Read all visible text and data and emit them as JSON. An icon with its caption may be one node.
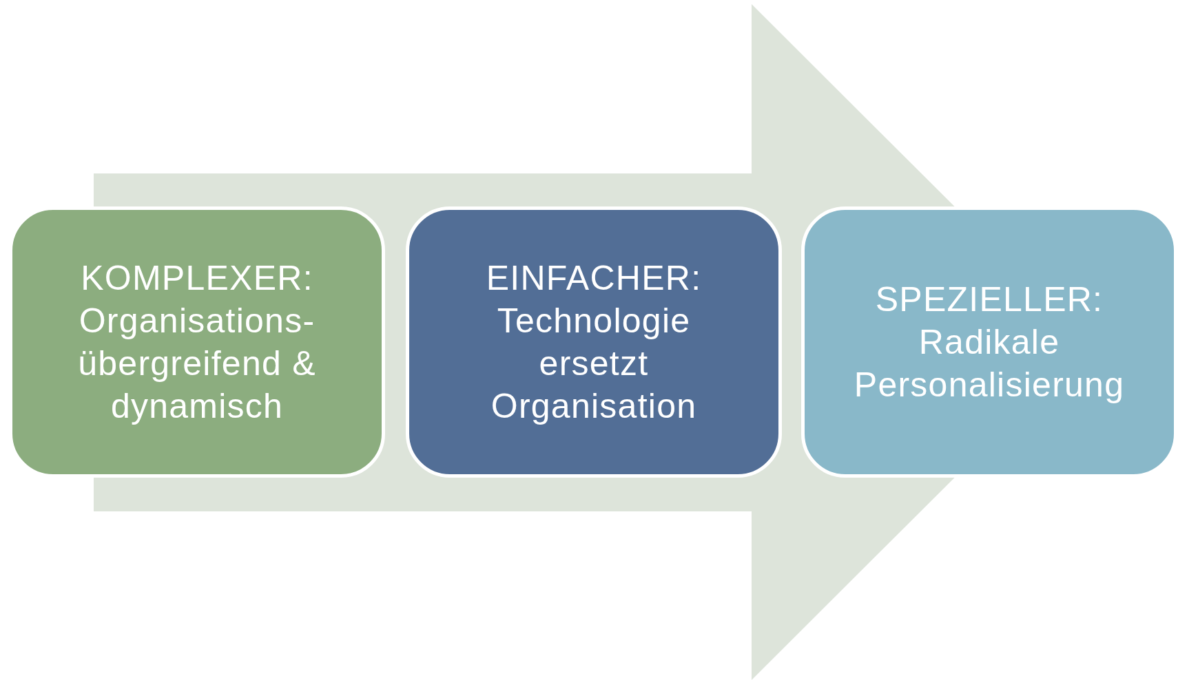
{
  "diagram": {
    "nodes": [
      {
        "text": [
          "KOMPLEXER:",
          "Organisations- übergreifend & dynamisch"
        ]
      },
      {
        "text": [
          "EINFACHER:",
          "Technologie ersetzt Organisation"
        ]
      },
      {
        "text": [
          "SPEZIELLER:",
          "Radikale Personalisierung"
        ]
      }
    ],
    "edges": [
      {
        "from": 0,
        "to": 2,
        "arrow": "to"
      }
    ]
  }
}
